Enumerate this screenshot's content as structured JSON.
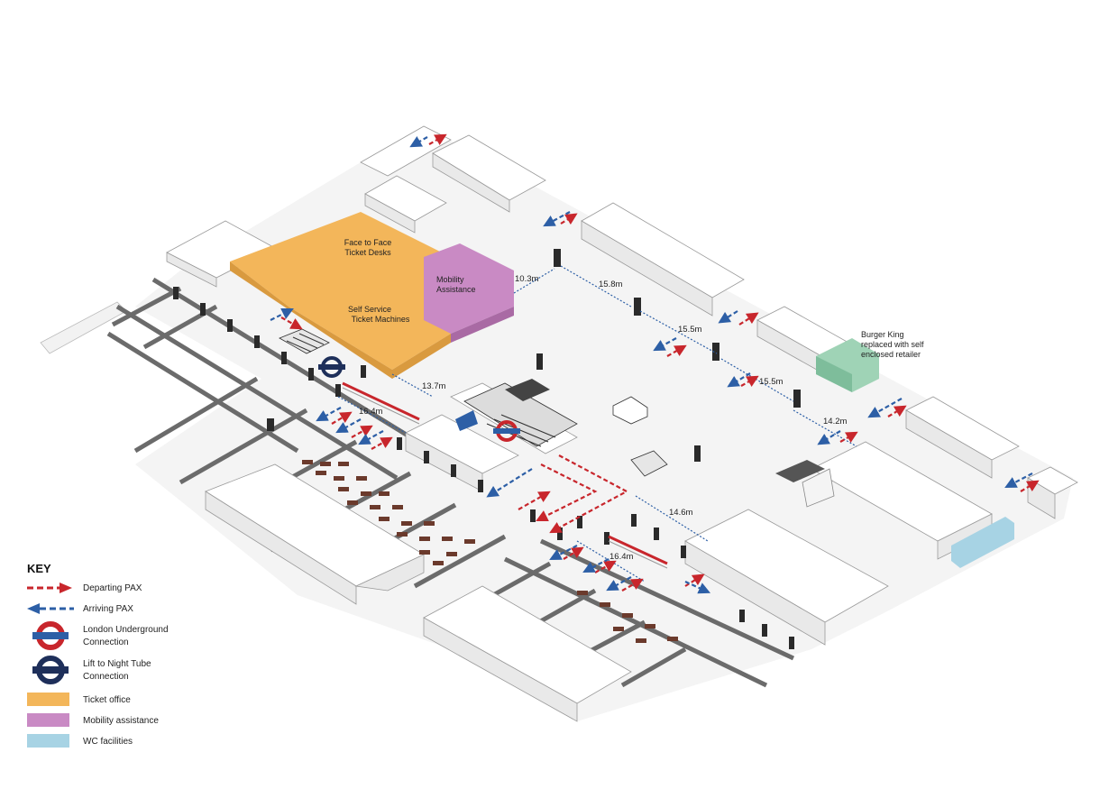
{
  "colors": {
    "departing": "#c8262c",
    "arriving": "#2d5fa6",
    "underground_ring": "#c8262c",
    "underground_bar": "#2d5fa6",
    "night_tube_ring": "#1e2f5a",
    "ticket_office": "#f3b65a",
    "mobility": "#c98ac4",
    "wc": "#a7d3e4",
    "retailer": "#9fd3b6"
  },
  "labels": {
    "face_to_face": [
      "Face to Face",
      "Ticket Desks"
    ],
    "self_service": [
      "Self Service",
      "Ticket Machines"
    ],
    "mobility": [
      "Mobility",
      "Assistance"
    ],
    "burger_king": [
      "Burger King",
      "replaced with self",
      "enclosed retailer"
    ]
  },
  "dimensions": [
    "10.3m",
    "15.8m",
    "15.5m",
    "15.5m",
    "14.2m",
    "13.7m",
    "16.4m",
    "14.6m",
    "16.4m"
  ],
  "key": {
    "title": "KEY",
    "items": [
      {
        "type": "departing",
        "label": [
          "Departing PAX"
        ]
      },
      {
        "type": "arriving",
        "label": [
          "Arriving PAX"
        ]
      },
      {
        "type": "underground",
        "label": [
          "London Underground",
          "Connection"
        ]
      },
      {
        "type": "night_tube",
        "label": [
          "Lift to Night Tube",
          "Connection"
        ]
      },
      {
        "type": "ticket_office",
        "label": [
          "Ticket office"
        ]
      },
      {
        "type": "mobility",
        "label": [
          "Mobility assistance"
        ]
      },
      {
        "type": "wc",
        "label": [
          "WC facilities"
        ]
      }
    ]
  }
}
